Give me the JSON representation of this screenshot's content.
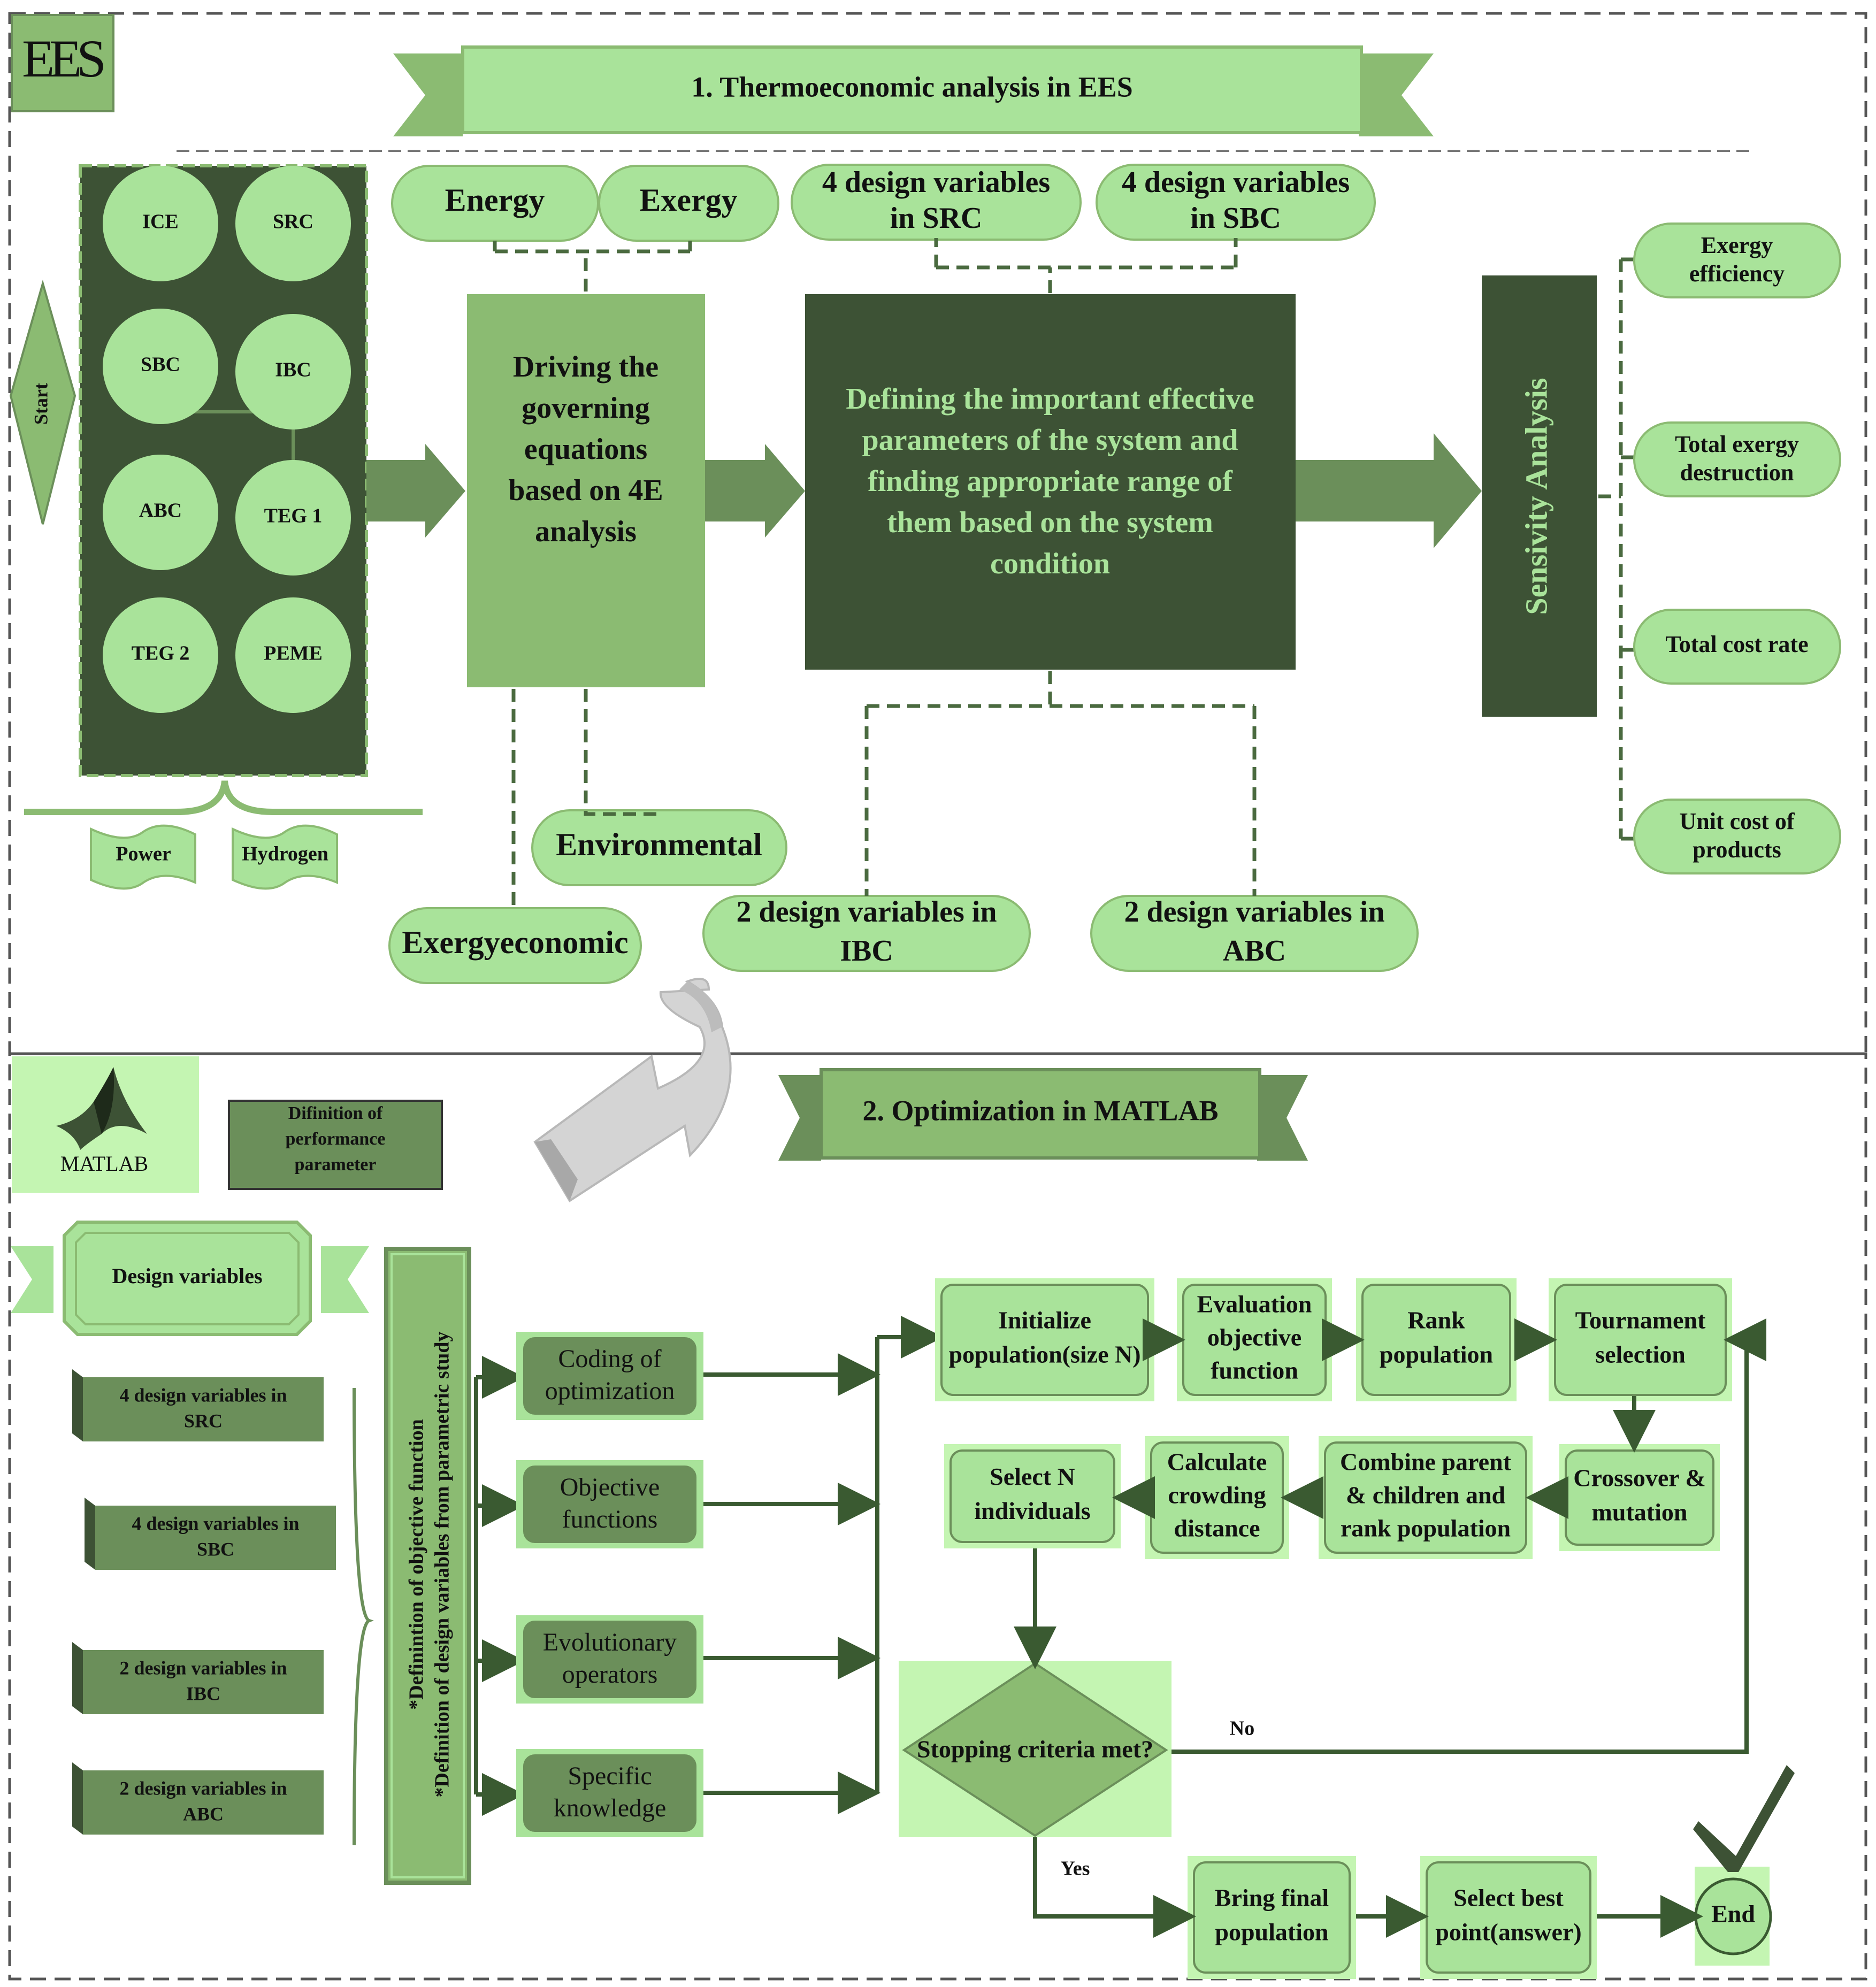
{
  "logos": {
    "ees": "EES",
    "matlab": "MATLAB"
  },
  "section1": {
    "title": "1. Thermoeconomic analysis in EES",
    "start": "Start",
    "components": [
      "ICE",
      "SRC",
      "SBC",
      "IBC",
      "ABC",
      "TEG 1",
      "TEG 2",
      "PEME"
    ],
    "outputs": [
      "Power",
      "Hydrogen"
    ],
    "analyses": [
      "Energy",
      "Exergy",
      "Environmental",
      "Exergyeconomic"
    ],
    "governing": [
      "Driving the",
      "governing",
      "equations",
      "based on 4E",
      "analysis"
    ],
    "defining": [
      "Defining the important effective",
      "parameters of the system and",
      "finding appropriate range of",
      "them based on the system",
      "condition"
    ],
    "dv_top": [
      {
        "l1": "4 design variables",
        "l2": "in SRC"
      },
      {
        "l1": "4 design variables",
        "l2": "in SBC"
      }
    ],
    "dv_bottom": [
      {
        "l1": "2 design variables in",
        "l2": "IBC"
      },
      {
        "l1": "2 design variables in",
        "l2": "ABC"
      }
    ],
    "sensitivity": "Sensivity Analysis",
    "sens_outputs": [
      {
        "l1": "Exergy",
        "l2": "efficiency"
      },
      {
        "l1": "Total exergy",
        "l2": "destruction"
      },
      {
        "l1": "Total cost rate",
        "l2": ""
      },
      {
        "l1": "Unit cost of",
        "l2": "products"
      }
    ]
  },
  "section2": {
    "title": "2. Optimization in MATLAB",
    "perf": [
      "Difinition of",
      "performance",
      "parameter"
    ],
    "design_banner": "Design variables",
    "dv_list": [
      {
        "l1": "4 design variables in",
        "l2": "SRC"
      },
      {
        "l1": "4 design variables in",
        "l2": "SBC"
      },
      {
        "l1": "2 design variables in",
        "l2": "IBC"
      },
      {
        "l1": "2 design variables in",
        "l2": "ABC"
      }
    ],
    "vertical": [
      "*Definintion of objective function",
      "*Definition of design variables from parametric study"
    ],
    "ga_inputs": [
      {
        "l1": "Coding of",
        "l2": "optimization"
      },
      {
        "l1": "Objective",
        "l2": "functions"
      },
      {
        "l1": "Evolutionary",
        "l2": "operators"
      },
      {
        "l1": "Specific",
        "l2": "knowledge"
      }
    ],
    "flow": {
      "init": [
        "Initialize",
        "population(size N)"
      ],
      "eval": [
        "Evaluation",
        "objective",
        "function"
      ],
      "rank": [
        "Rank",
        "population"
      ],
      "tour": [
        "Tournament",
        "selection"
      ],
      "cross": [
        "Crossover &",
        "mutation"
      ],
      "combine": [
        "Combine parent",
        "& children and",
        "rank population"
      ],
      "crowd": [
        "Calculate",
        "crowding",
        "distance"
      ],
      "select": [
        "Select N",
        "individuals"
      ],
      "stop": "Stopping criteria met?",
      "no": "No",
      "yes": "Yes",
      "final": [
        "Bring final",
        "population"
      ],
      "best": [
        "Select best",
        "point(answer)"
      ],
      "end": "End"
    }
  },
  "colors": {
    "light": "#a9e39a",
    "mid": "#8bbb72",
    "dark": "#6b8f5a",
    "darkest": "#3d5235",
    "bg_pale": "#c4f5b2"
  }
}
